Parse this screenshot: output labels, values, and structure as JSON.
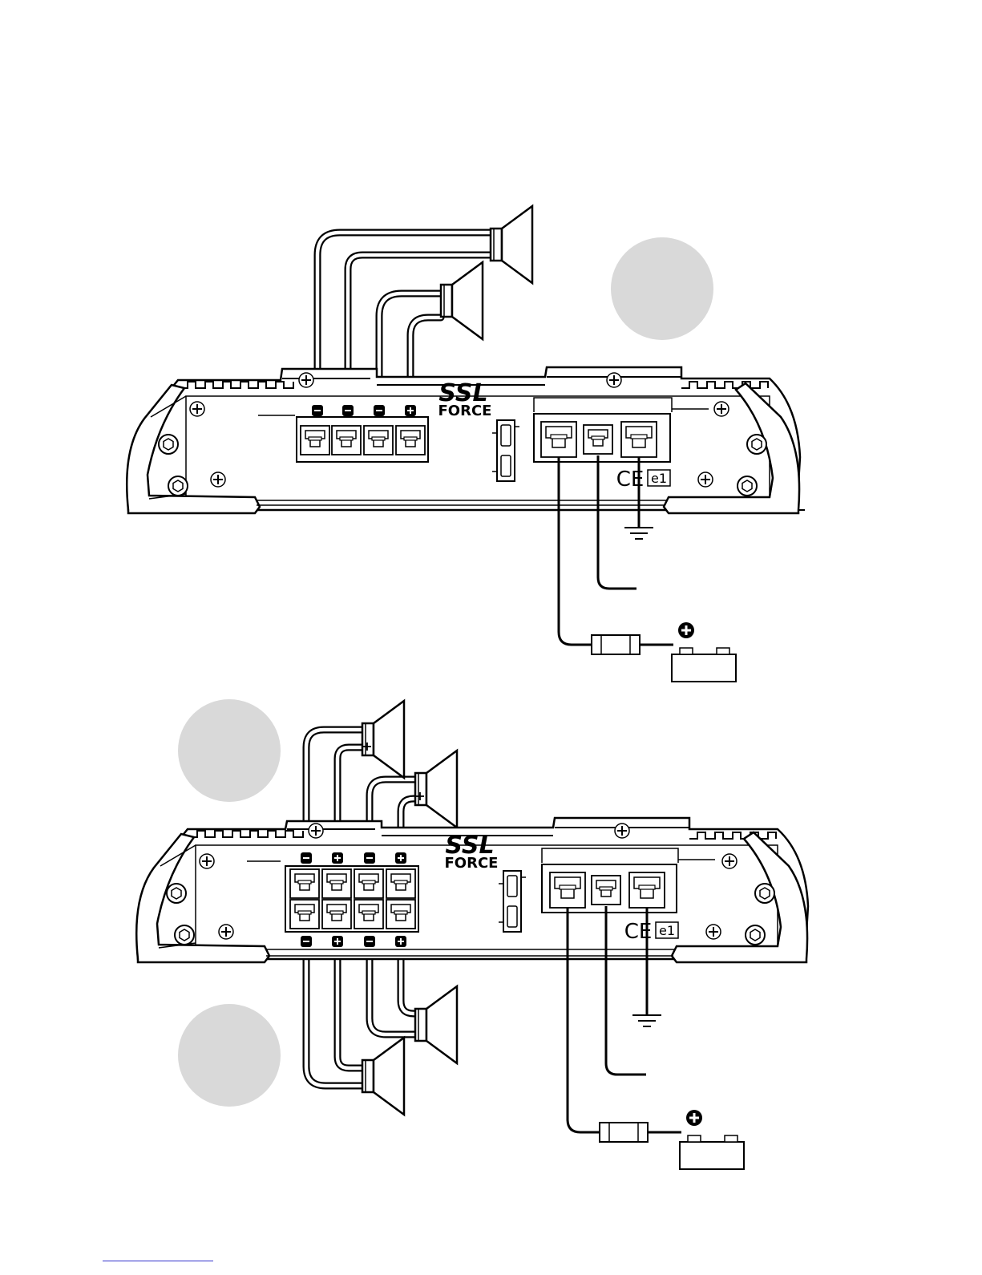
{
  "brand": {
    "logo": "SSL",
    "sub": "FORCE"
  },
  "marks": {
    "ce": "CE",
    "e_mark": "e1"
  },
  "terminals": {
    "plus": "+",
    "minus": "−"
  },
  "colors": {
    "line": "#000000",
    "panel": "#ffffff",
    "disc": "#d9d9d9",
    "link": "#3333cc"
  }
}
